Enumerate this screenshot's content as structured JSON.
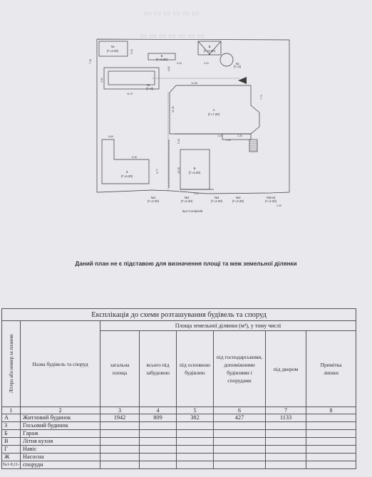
{
  "plan": {
    "rooms": [
      {
        "id": "top-left-box",
        "label": "№",
        "sub": "(Г=3.20)"
      },
      {
        "id": "top-box-b",
        "label": "Б",
        "sub": "(Г=3.20)"
      },
      {
        "id": "top-box-v",
        "label": "В",
        "sub": "(Г=3.20)"
      },
      {
        "id": "pool",
        "label": "№",
        "sub": "(Г=0)"
      },
      {
        "id": "well",
        "label": "№",
        "sub": "(Г=3)"
      },
      {
        "id": "house",
        "label": "А",
        "sub": "(Г=7.20)"
      },
      {
        "id": "left-block",
        "label": "З",
        "sub": "(Г=6.30)"
      },
      {
        "id": "garage",
        "label": "Б",
        "sub": "(Г=3.20)"
      },
      {
        "id": "bottom-1",
        "label": "№1",
        "sub": "(Г=2.20)"
      },
      {
        "id": "bottom-2",
        "label": "№2",
        "sub": "(Г=2.20)"
      },
      {
        "id": "bottom-3",
        "label": "№3",
        "sub": "(Г=2.20)"
      },
      {
        "id": "bottom-4",
        "label": "№4",
        "sub": "(Г=2.20)"
      },
      {
        "id": "bottom-5",
        "label": "№5-Ш",
        "sub": "(Г=2.20)"
      }
    ],
    "dimensions": [
      "7.18",
      "5.15",
      "6.82",
      "9.34",
      "3.31",
      "3.51",
      "11.07",
      "10.65",
      "7.71",
      "11.00",
      "1.67",
      "1.95",
      "2.30",
      "6.60",
      "8.36",
      "5.15",
      "10.25",
      "6.77",
      "3.51",
      "2.20"
    ],
    "street": "вул.Сосфонів"
  },
  "notice": "Даний план не є підставою для визначення площі та меж земельної ділянки",
  "explication": {
    "title": "Експлікація до схеми розташування будівель та споруд",
    "col_litera": "Літера або номер за планом",
    "col_name": "Назва будівель та споруд",
    "area_group": "Площа земельної ділянки (м²), у тому числі",
    "col_total": "загальна площа",
    "col_built": "всього під забудовою",
    "col_main": "під основною будівлею",
    "col_aux": "під господарськими, допоміжними будівлями і спорудами",
    "col_yard": "під двором",
    "col_note": "Примітка",
    "col_note_sub": "лишки",
    "numbers": [
      "1",
      "2",
      "3",
      "4",
      "5",
      "6",
      "7",
      "8"
    ],
    "rows": [
      {
        "lit": "А",
        "name": "Житловий будинок",
        "total": "1942",
        "built": "809",
        "main": "382",
        "aux": "427",
        "yard": "1133",
        "note": ""
      },
      {
        "lit": "З",
        "name": "Госьовий будинок",
        "total": "",
        "built": "",
        "main": "",
        "aux": "",
        "yard": "",
        "note": ""
      },
      {
        "lit": "Б",
        "name": "Гараж",
        "total": "",
        "built": "",
        "main": "",
        "aux": "",
        "yard": "",
        "note": ""
      },
      {
        "lit": "В",
        "name": "Літня кухня",
        "total": "",
        "built": "",
        "main": "",
        "aux": "",
        "yard": "",
        "note": ""
      },
      {
        "lit": "Г",
        "name": "Навіс",
        "total": "",
        "built": "",
        "main": "",
        "aux": "",
        "yard": "",
        "note": ""
      },
      {
        "lit": "Ж",
        "name": "Насосна",
        "total": "",
        "built": "",
        "main": "",
        "aux": "",
        "yard": "",
        "note": ""
      },
      {
        "lit": "№1-9,11-12",
        "name": "споруди",
        "total": "",
        "built": "",
        "main": "",
        "aux": "",
        "yard": "",
        "note": ""
      }
    ]
  }
}
